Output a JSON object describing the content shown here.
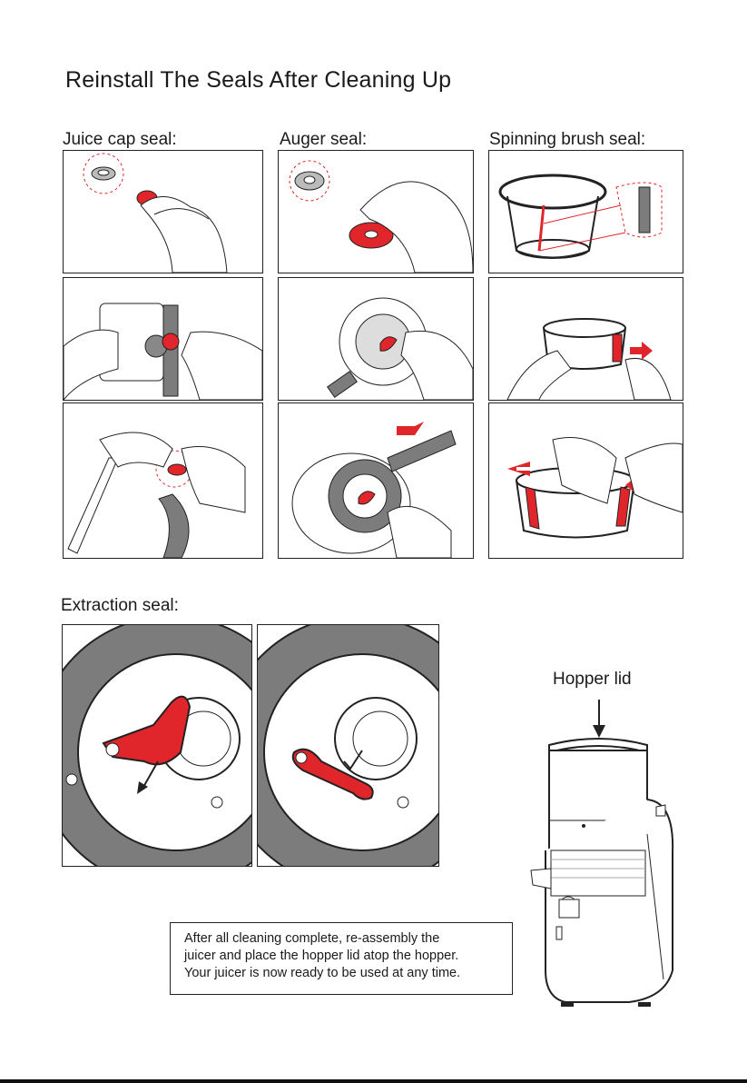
{
  "page": {
    "title": "Reinstall The Seals After Cleaning Up"
  },
  "sections": {
    "juice_cap": {
      "label": "Juice cap seal:"
    },
    "auger": {
      "label": "Auger seal:"
    },
    "brush": {
      "label": "Spinning brush seal:"
    },
    "extraction": {
      "label": "Extraction seal:"
    }
  },
  "hopper": {
    "label": "Hopper lid"
  },
  "note": {
    "lines": [
      "After all cleaning complete, re-assembly the",
      "juicer and place the hopper lid atop the hopper.",
      "Your juicer is now ready to be used at any time."
    ]
  },
  "colors": {
    "accent": "#e0262b",
    "line": "#222222",
    "gray": "#7c7c7c"
  }
}
